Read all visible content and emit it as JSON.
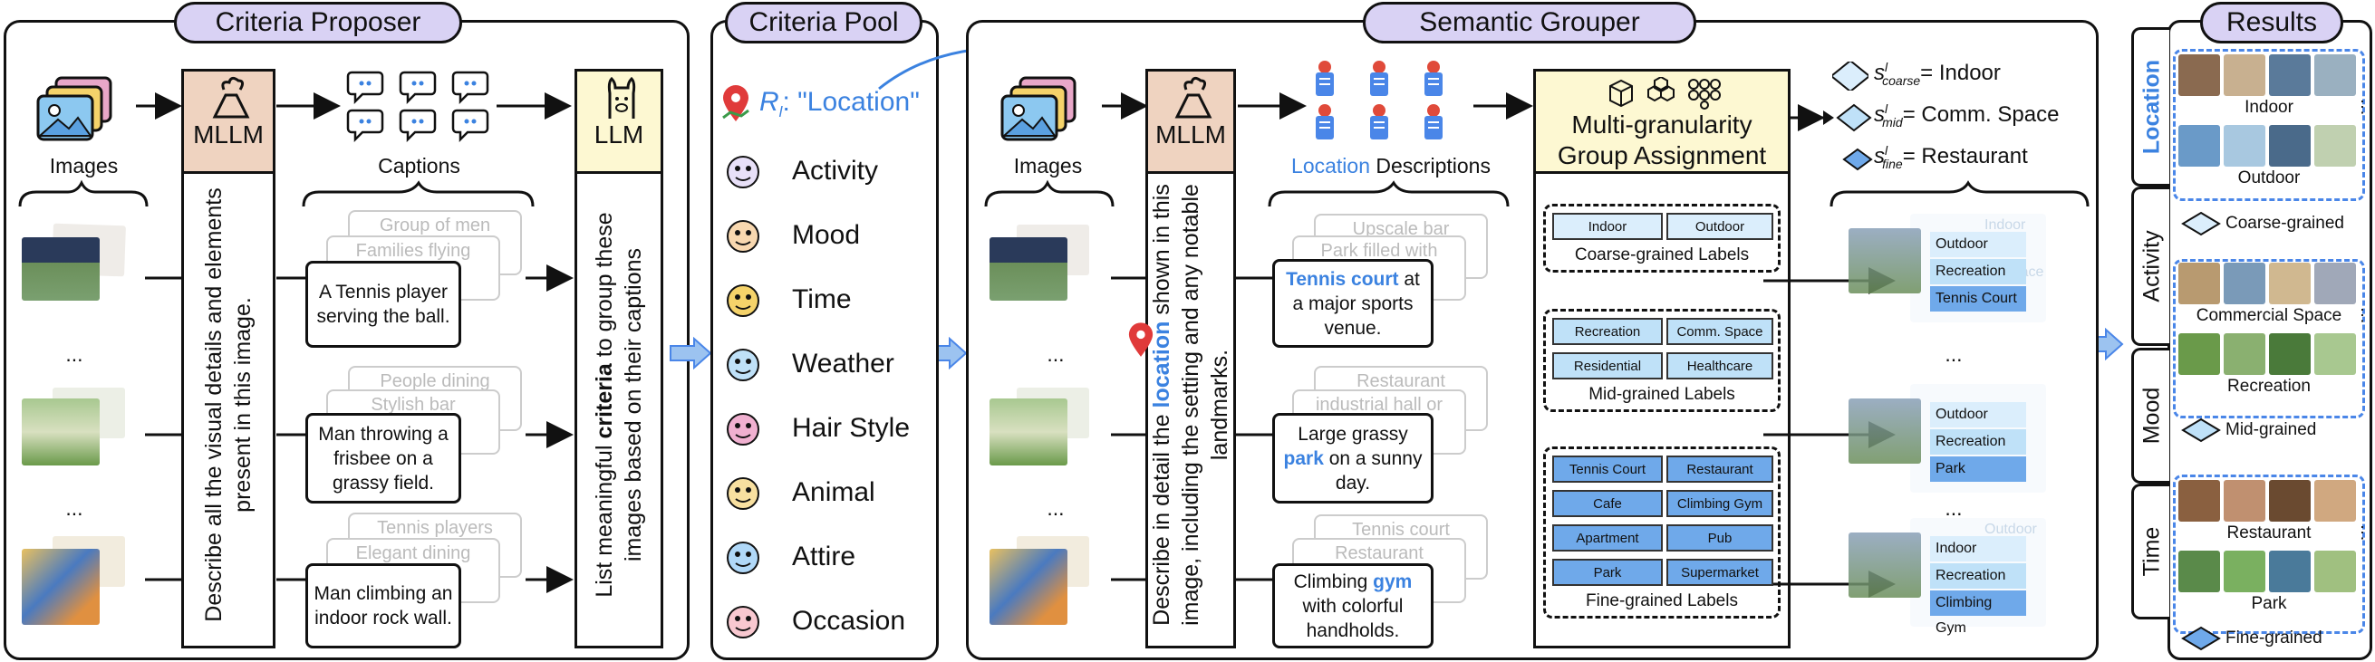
{
  "proposer": {
    "title": "Criteria Proposer",
    "images_label": "Images",
    "mllm_label": "MLLM",
    "captions_label": "Captions",
    "llm_label": "LLM",
    "mllm_prompt": "Describe all the visual details and elements present in this image.",
    "llm_prompt_a": "List meaningful ",
    "llm_prompt_b": "criteria",
    "llm_prompt_c": " to group these images based on their captions",
    "ellipsis": "...",
    "captions": [
      {
        "text": "A Tennis player serving the ball.",
        "ghost1": "Group of men",
        "ghost2": "Families flying"
      },
      {
        "text": "Man throwing a frisbee on a grassy field.",
        "ghost1": "People dining",
        "ghost2": "Stylish bar"
      },
      {
        "text": "Man climbing an indoor rock wall.",
        "ghost1": "Tennis players",
        "ghost2": "Elegant dining"
      }
    ]
  },
  "pool": {
    "title": "Criteria Pool",
    "selected": "R",
    "selected_sub": "l",
    "selected_value": ": \"Location\"",
    "items": [
      "Activity",
      "Mood",
      "Time",
      "Weather",
      "Hair Style",
      "Animal",
      "Attire",
      "Occasion"
    ]
  },
  "grouper": {
    "title": "Semantic Grouper",
    "images_label": "Images",
    "mllm_label": "MLLM",
    "desc_label_a": "Location",
    "desc_label_b": " Descriptions",
    "prompt_a": "Describe in detail the ",
    "prompt_b": "location",
    "prompt_c": " shown in this image, including the setting and any notable landmarks.",
    "assign_title": "Multi-granularity Group Assignment",
    "ellipsis": "...",
    "descriptions": [
      {
        "a": "",
        "b": "Tennis court",
        "c": " at a major sports venue.",
        "ghost1": "Upscale bar",
        "ghost2": "Park filled with"
      },
      {
        "a": "Large grassy ",
        "b": "park",
        "c": " on a sunny day.",
        "ghost1": "Restaurant",
        "ghost2": "industrial hall or"
      },
      {
        "a": "Climbing ",
        "b": "gym",
        "c": " with colorful handholds.",
        "ghost1": "Tennis court",
        "ghost2": "Restaurant"
      }
    ],
    "coarse": {
      "labels": [
        "Indoor",
        "Outdoor"
      ],
      "caption": "Coarse-grained Labels"
    },
    "mid": {
      "labels": [
        "Recreation",
        "Comm. Space",
        "Residential",
        "Healthcare"
      ],
      "caption": "Mid-grained Labels"
    },
    "fine": {
      "labels": [
        "Tennis Court",
        "Restaurant",
        "Cafe",
        "Climbing Gym",
        "Apartment",
        "Pub",
        "Park",
        "Supermarket"
      ],
      "caption": "Fine-grained Labels"
    },
    "legend": [
      {
        "sym": "s",
        "sup": "l",
        "sub": "coarse",
        "value": "= Indoor"
      },
      {
        "sym": "s",
        "sup": "l",
        "sub": "mid",
        "value": "= Comm. Space"
      },
      {
        "sym": "s",
        "sup": "l",
        "sub": "fine",
        "value": "= Restaurant"
      }
    ],
    "stacks": [
      {
        "top": "Outdoor",
        "mid": "Recreation",
        "front": "Tennis Court",
        "back": "Indoor",
        "back2": "Space"
      },
      {
        "top": "Outdoor",
        "mid": "Recreation",
        "front": "Park",
        "back": "",
        "back2": ""
      },
      {
        "top": "Indoor",
        "mid": "Recreation",
        "front": "Climbing Gym",
        "back": "Outdoor",
        "back2": ""
      }
    ]
  },
  "results": {
    "title": "Results",
    "tabs": [
      "Location",
      "Activity",
      "Mood",
      "Time"
    ],
    "groups": [
      {
        "label": "Indoor"
      },
      {
        "label": "Outdoor"
      },
      {
        "label": "Coarse-grained"
      },
      {
        "label": "Commercial Space"
      },
      {
        "label": "Recreation"
      },
      {
        "label": "Mid-grained"
      },
      {
        "label": "Restaurant"
      },
      {
        "label": "Park"
      },
      {
        "label": "Fine-grained"
      }
    ],
    "more": "⋮"
  },
  "colors": {
    "title_fill": "#d9d2f4",
    "mllm_fill": "#efd3c0",
    "llm_fill": "#fdf8d2",
    "assign_fill": "#fdf8d2",
    "coarse_fill": "#dbeefc",
    "mid_fill": "#bfe1f8",
    "fine_fill": "#6fa9ea",
    "accent": "#3b82e0",
    "arrow": "#9cc3f0"
  }
}
